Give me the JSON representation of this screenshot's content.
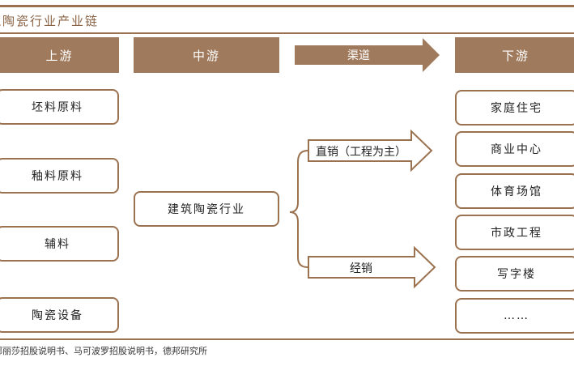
{
  "title": "筑陶瓷行业产业链",
  "headers": {
    "upstream": "上游",
    "midstream": "中游",
    "channel": "渠道",
    "downstream": "下游"
  },
  "upstream": [
    "坯料原料",
    "釉料原料",
    "辅料",
    "陶瓷设备"
  ],
  "midstream": "建筑陶瓷行业",
  "channels": {
    "direct": "直销（工程为主）",
    "distribution": "经销"
  },
  "downstream": [
    "家庭住宅",
    "商业中心",
    "体育场馆",
    "市政工程",
    "写字楼",
    "……"
  ],
  "source": "娜丽莎招股说明书、马可波罗招股说明书，德邦研究所",
  "colors": {
    "brand": "#a07a5c",
    "border": "#9b7250"
  }
}
